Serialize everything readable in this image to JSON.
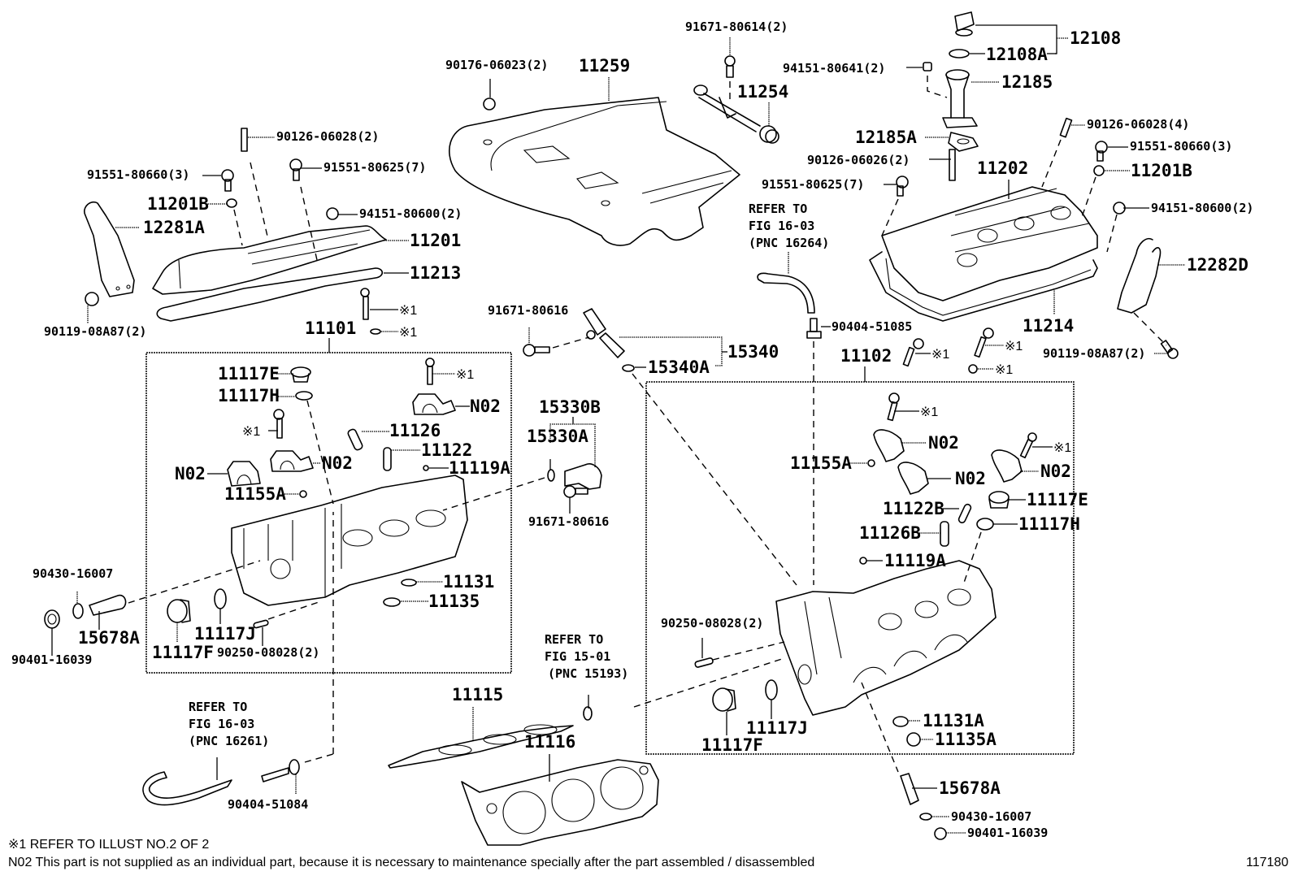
{
  "diagram": {
    "figure_number": "117180",
    "notes": [
      "※1 REFER TO ILLUST NO.2 OF 2",
      "N02 This part is not supplied as an individual part, because it is necessary to maintenance specially after the part assembled / disassembled"
    ],
    "labels": {
      "p91671_80614": "91671-80614(2)",
      "p90176_06023": "90176-06023(2)",
      "p11259": "11259",
      "p11254": "11254",
      "p94151_80641": "94151-80641(2)",
      "p12108": "12108",
      "p12108A": "12108A",
      "p12185": "12185",
      "p12185A": "12185A",
      "p90126_06026": "90126-06026(2)",
      "p90126_06028_4": "90126-06028(4)",
      "p91551_80660_r": "91551-80660(3)",
      "p11201B_r": "11201B",
      "p91551_80625_r": "91551-80625(7)",
      "p11202": "11202",
      "p94151_80600_r": "94151-80600(2)",
      "p12282D": "12282D",
      "p11214": "11214",
      "p90119_08A87_r": "90119-08A87(2)",
      "p90126_06028_2": "90126-06028(2)",
      "p91551_80660_l": "91551-80660(3)",
      "p91551_80625_l": "91551-80625(7)",
      "p11201B_l": "11201B",
      "p94151_80600_l": "94151-80600(2)",
      "p12281A": "12281A",
      "p11201": "11201",
      "p11213": "11213",
      "p90119_08A87_l": "90119-08A87(2)",
      "p11101": "11101",
      "p11102": "11102",
      "p91671_80616_top": "91671-80616",
      "p15340": "15340",
      "p15340A": "15340A",
      "p15330B": "15330B",
      "p15330A": "15330A",
      "p91671_80616_bot": "91671-80616",
      "p90404_51085": "90404-51085",
      "p90404_51084": "90404-51084",
      "p11115": "11115",
      "p11116": "11116",
      "p15678A_l": "15678A",
      "p15678A_r": "15678A",
      "p90430_16007_l": "90430-16007",
      "p90430_16007_r": "90430-16007",
      "p90401_16039_l": "90401-16039",
      "p90401_16039_r": "90401-16039",
      "ref1": "※1",
      "n02": "N02",
      "l_11117E": "11117E",
      "l_11117H": "11117H",
      "l_11126": "11126",
      "l_11122": "11122",
      "l_11119A": "11119A",
      "l_11155A": "11155A",
      "l_11131": "11131",
      "l_11135": "11135",
      "l_11117J": "11117J",
      "l_11117F": "11117F",
      "l_90250_08028": "90250-08028(2)",
      "r_11155A": "11155A",
      "r_11122B": "11122B",
      "r_11126B": "11126B",
      "r_11119A": "11119A",
      "r_11117E": "11117E",
      "r_11117H": "11117H",
      "r_11131A": "11131A",
      "r_11135A": "11135A",
      "r_11117J": "11117J",
      "r_11117F": "11117F",
      "r_90250_08028": "90250-08028(2)"
    },
    "refer_blocks": {
      "fig16_03_a": [
        "REFER TO",
        "FIG 16-03",
        "(PNC 16264)"
      ],
      "fig16_03_b": [
        "REFER TO",
        "FIG 16-03",
        "(PNC 16261)"
      ],
      "fig15_01": [
        "REFER TO",
        "FIG 15-01",
        "(PNC 15193)"
      ]
    }
  }
}
